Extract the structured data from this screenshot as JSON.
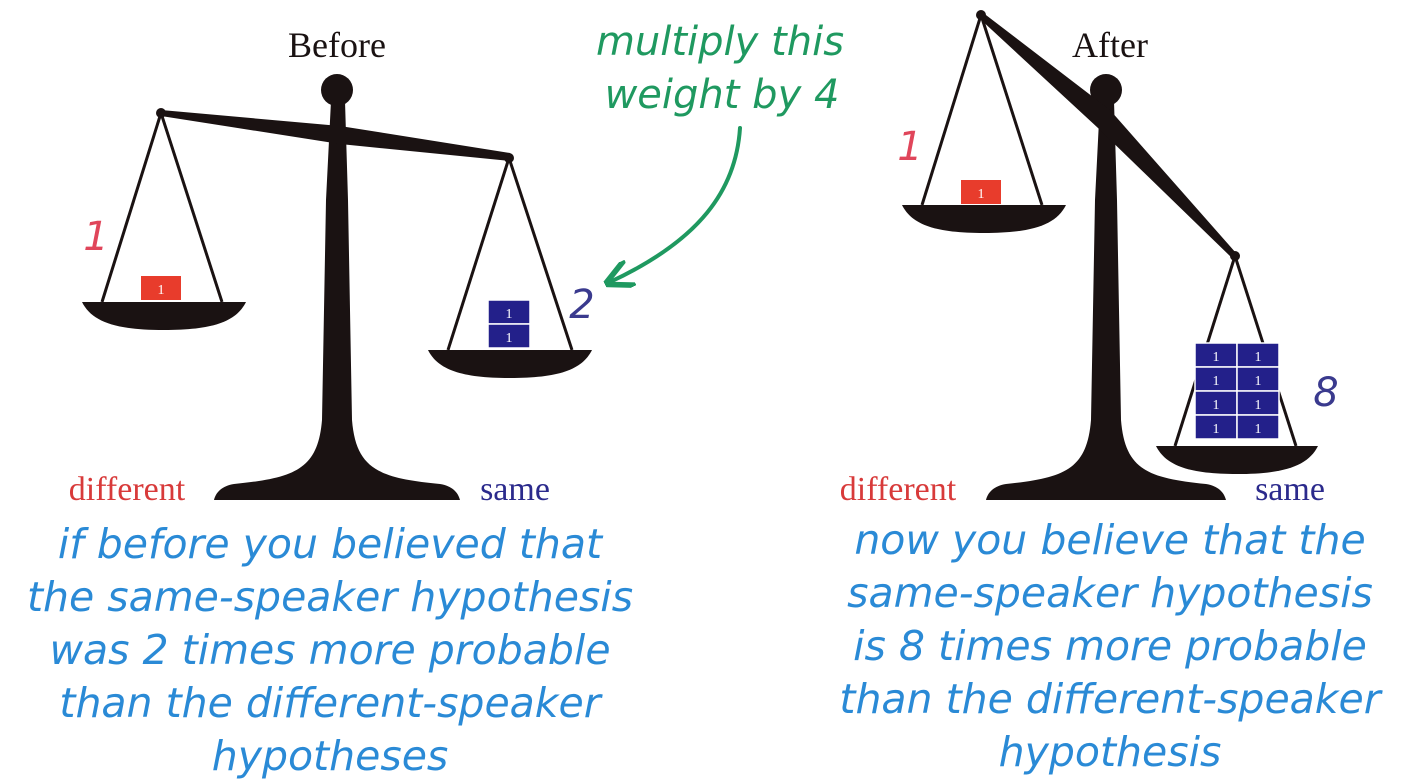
{
  "before": {
    "title": "Before",
    "left_label": "different",
    "right_label": "same",
    "left_count": "1",
    "right_count": "2",
    "block_label": "1",
    "caption": "if before you believed that\nthe same-speaker hypothesis\nwas 2 times more probable\nthan the different-speaker\nhypotheses"
  },
  "after": {
    "title": "After",
    "left_label": "different",
    "right_label": "same",
    "left_count": "1",
    "right_count": "8",
    "block_label": "1",
    "caption": "now you believe that the\nsame-speaker hypothesis\nis 8 times more probable\nthan the different-speaker\nhypothesis"
  },
  "annotation": {
    "text_line1": "multiply this",
    "text_line2": "weight by 4"
  },
  "colors": {
    "scale": "#1a1212",
    "different": "#d83a3a",
    "same": "#2b2a8c",
    "red_block": "#e83c2c",
    "blue_block": "#23208a",
    "red_count": "#e0455a",
    "blue_count": "#3a3a8e",
    "annotation": "#1f9960",
    "caption": "#2a8ad6"
  }
}
